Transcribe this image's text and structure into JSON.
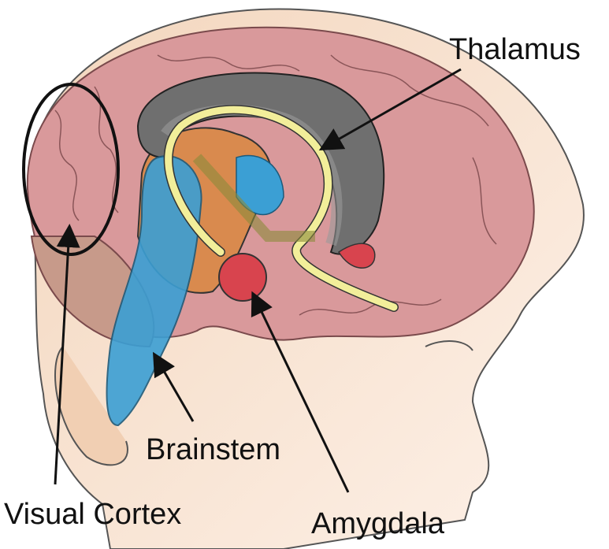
{
  "labels": {
    "thalamus": "Thalamus",
    "brainstem": "Brainstem",
    "visual_cortex": "Visual Cortex",
    "amygdala": "Amygdala"
  },
  "colors": {
    "skin": "#f6dcc6",
    "brain": "#d9999b",
    "thalamus_gray": "#6f6f6f",
    "brainstem_blue": "#3b9fd4",
    "orange": "#d98a4e",
    "yellow": "#f2ee9a",
    "amygdala_red": "#d8444e"
  }
}
